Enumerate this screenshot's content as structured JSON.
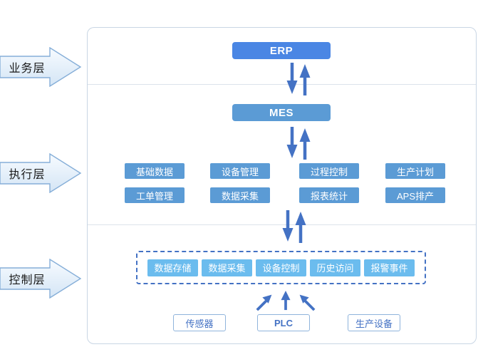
{
  "layers": {
    "business": "业务层",
    "execution": "执行层",
    "control": "控制层"
  },
  "business": {
    "erp_label": "ERP"
  },
  "execution": {
    "mes_label": "MES",
    "modules_row1": [
      "基础数据",
      "设备管理",
      "过程控制",
      "生产计划"
    ],
    "modules_row2": [
      "工单管理",
      "数据采集",
      "报表统计",
      "APS排产"
    ]
  },
  "control": {
    "services": [
      "数据存储",
      "数据采集",
      "设备控制",
      "历史访问",
      "报警事件"
    ],
    "devices": [
      "传感器",
      "PLC",
      "生产设备"
    ]
  },
  "colors": {
    "erp_fill": "#4a86e4",
    "mes_fill": "#5b9bd5",
    "module_fill": "#5b9bd5",
    "service_fill": "#6bbcee",
    "flow_arrow": "#4472c4",
    "panel_border": "#c9d6e4",
    "layer_arrow_border": "#85aed8",
    "device_border": "#8fb4dc",
    "device_text": "#4472c4"
  }
}
